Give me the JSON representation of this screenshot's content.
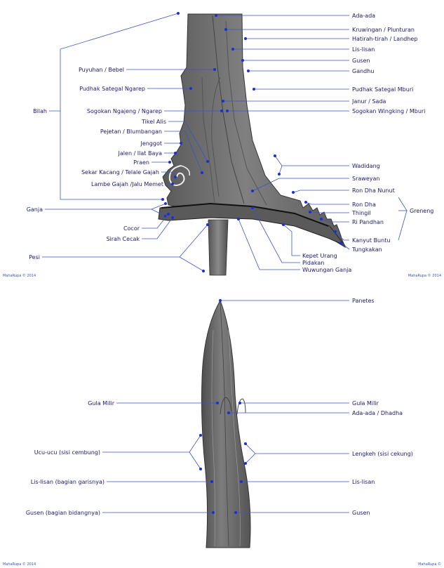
{
  "credits": {
    "top_left": "MahaRupa © 2014",
    "top_right": "MahaRupa © 2014",
    "bottom_left": "MahaRupa © 2014",
    "bottom_right": "MahaRupa ©"
  },
  "top_labels_right": {
    "ada_ada": "Ada-ada",
    "kruwingan": "Kruwingan / Plunturan",
    "hatirah": "Hatirah-tirah / Landhep",
    "lis_lisan": "Lis-lisan",
    "gusen": "Gusen",
    "gandhu": "Gandhu",
    "pudhak_mburi": "Pudhak Sategal Mburi",
    "janur": "Janur / Sada",
    "sogokan_wingking": "Sogokan Wingking / Mburi",
    "wadidang": "Wadidang",
    "sraweyan": "Sraweyan",
    "ron_dha_nunut": "Ron Dha Nunut",
    "ron_dha": "Ron Dha",
    "thingil": "Thingil",
    "ri_pandhan": "Ri Pandhan",
    "greneng": "Greneng",
    "kanyut_buntu": "Kanyut Buntu",
    "tungkakan": "Tungkakan",
    "kepet_urang": "Kepet Urang",
    "pidakan": "Pidakan",
    "wuwungan_ganja": "Wuwungan Ganja"
  },
  "top_labels_left": {
    "puyuhan": "Puyuhan / Bebel",
    "pudhak_ngarep": "Pudhak Sategal Ngarep",
    "bilah": "Bilah",
    "sogokan_ngajeng": "Sogokan Ngajeng / Ngarep",
    "tikel_alis": "Tikel Alis",
    "pejetan": "Pejetan / Blumbangan",
    "jenggot": "Jenggot",
    "jalen": "Jalen / Ilat Baya",
    "praen": "Praen",
    "sekar_kacang": "Sekar Kacang / Telale Gajah",
    "lambe_gajah": "Lambe Gajah /Jalu Memet",
    "ganja": "Ganja",
    "cocor": "Cocor",
    "sirah_cecak": "Sirah Cecak",
    "pesi": "Pesi"
  },
  "bottom_labels": {
    "panetes": "Panetes",
    "gula_milir_left": "Gula Milir",
    "gula_milir_right": "Gula Milir",
    "ada_ada_dhadha": "Ada-ada / Dhadha",
    "ucu_ucu": "Ucu-ucu (sisi cembung)",
    "lengkeh": "Lengkeh (sisi cekung)",
    "lis_lisan_garis": "Lis-lisan (bagian garisnya)",
    "lis_lisan": "Lis-lisan",
    "gusen_bidang": "Gusen (bagian bidangnya)",
    "gusen": "Gusen"
  },
  "colors": {
    "blade_fill": "#6e6e6e",
    "blade_dark": "#444444",
    "leader_line": "#3a55c8",
    "dot": "#1a2fd6",
    "label_text": "#1a1a6a"
  }
}
